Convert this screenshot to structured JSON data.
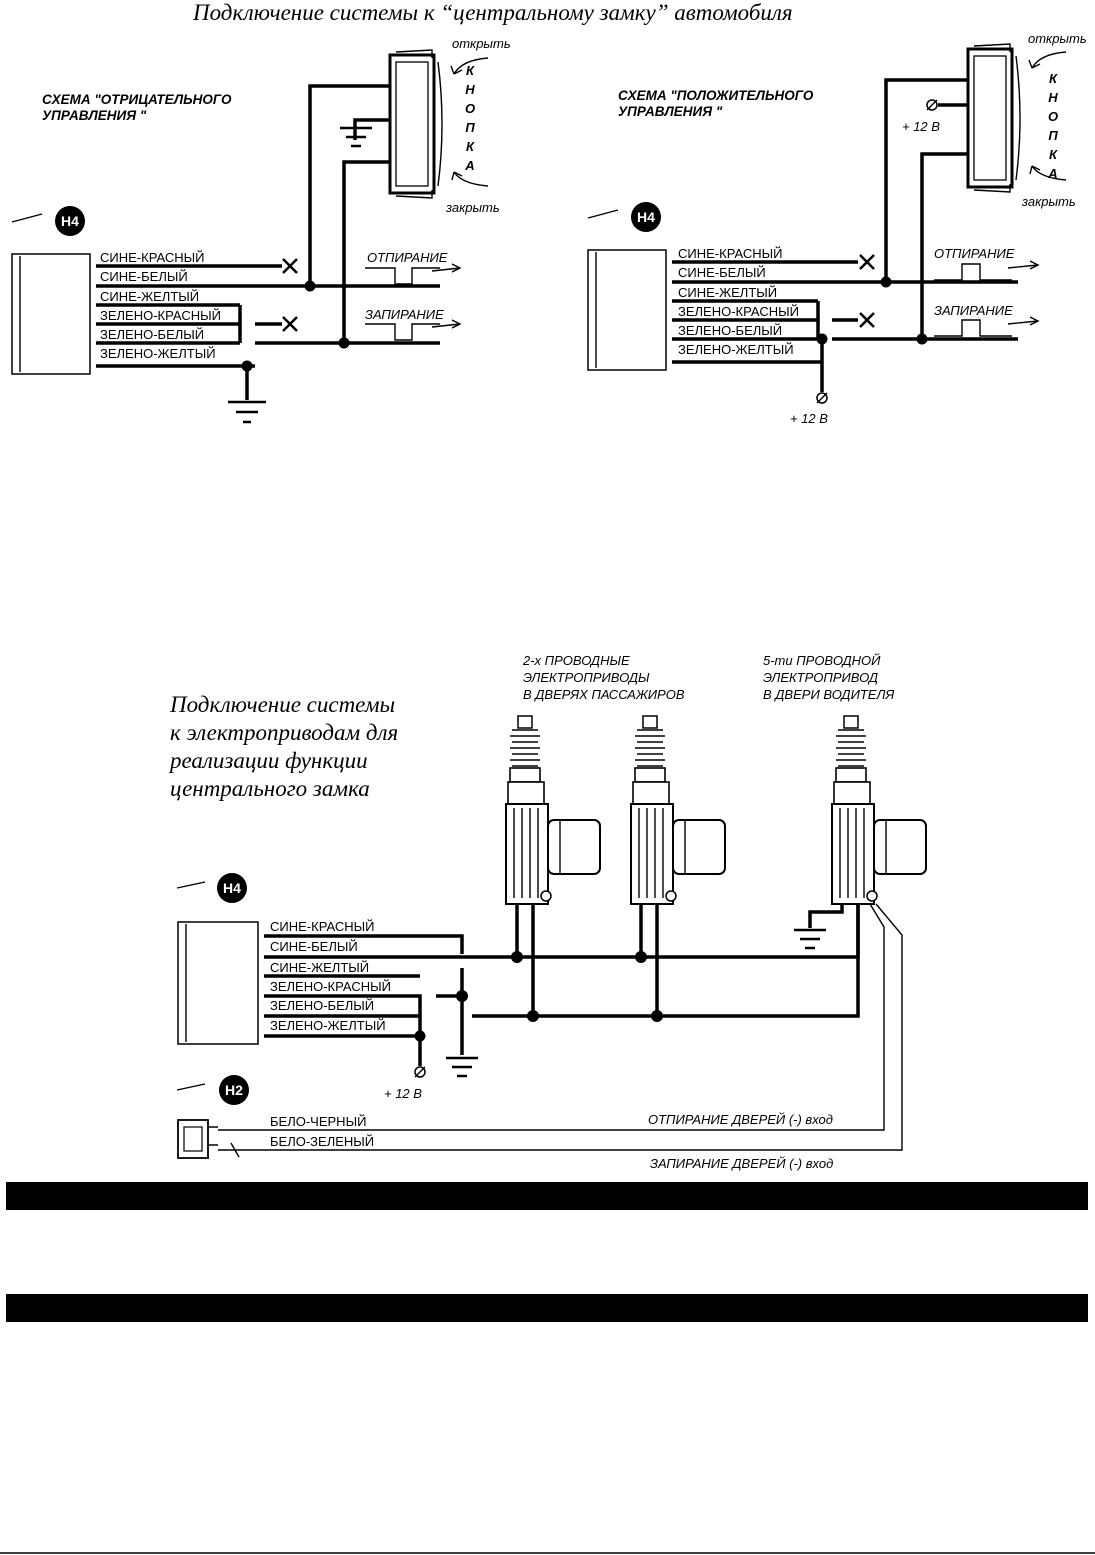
{
  "title_top": "Подключение системы к “центральному замку” автомобиля",
  "neg": {
    "scheme": [
      "СХЕМА \"ОТРИЦАТЕЛЬНОГО",
      "УПРАВЛЕНИЯ \""
    ],
    "connector": "H4",
    "wires": [
      "СИНЕ-КРАСНЫЙ",
      "СИНЕ-БЕЛЫЙ",
      "СИНЕ-ЖЕЛТЫЙ",
      "ЗЕЛЕНО-КРАСНЫЙ",
      "ЗЕЛЕНО-БЕЛЫЙ",
      "ЗЕЛЕНО-ЖЕЛТЫЙ"
    ],
    "open": "открыть",
    "close": "закрыть",
    "button": [
      "К",
      "Н",
      "О",
      "П",
      "К",
      "А"
    ],
    "unlock": "ОТПИРАНИЕ",
    "lock": "ЗАПИРАНИЕ"
  },
  "pos": {
    "scheme": [
      "СХЕМА \"ПОЛОЖИТЕЛЬНОГО",
      "УПРАВЛЕНИЯ \""
    ],
    "connector": "H4",
    "wires": [
      "СИНЕ-КРАСНЫЙ",
      "СИНЕ-БЕЛЫЙ",
      "СИНЕ-ЖЕЛТЫЙ",
      "ЗЕЛЕНО-КРАСНЫЙ",
      "ЗЕЛЕНО-БЕЛЫЙ",
      "ЗЕЛЕНО-ЖЕЛТЫЙ"
    ],
    "open": "открыть",
    "close": "закрыть",
    "button": [
      "К",
      "Н",
      "О",
      "П",
      "К",
      "А"
    ],
    "plus12_top": "+ 12 В",
    "plus12_bottom": "+ 12 В",
    "unlock": "ОТПИРАНИЕ",
    "lock": "ЗАПИРАНИЕ"
  },
  "actuators": {
    "title": [
      "Подключение системы",
      "к электроприводам для",
      "реализации функции",
      "центрального замка"
    ],
    "two_wire": [
      "2-х ПРОВОДНЫЕ",
      "ЭЛЕКТРОПРИВОДЫ",
      "В ДВЕРЯХ ПАССАЖИРОВ"
    ],
    "five_wire": [
      "5-ти ПРОВОДНОЙ",
      "ЭЛЕКТРОПРИВОД",
      "В ДВЕРИ ВОДИТЕЛЯ"
    ],
    "connector": "H4",
    "wires": [
      "СИНЕ-КРАСНЫЙ",
      "СИНЕ-БЕЛЫЙ",
      "СИНЕ-ЖЕЛТЫЙ",
      "ЗЕЛЕНО-КРАСНЫЙ",
      "ЗЕЛЕНО-БЕЛЫЙ",
      "ЗЕЛЕНО-ЖЕЛТЫЙ"
    ],
    "plus12": "+ 12 В",
    "connector2": "H2",
    "h2_wires": [
      "БЕЛО-ЧЕРНЫЙ",
      "БЕЛО-ЗЕЛЕНЫЙ"
    ],
    "unlock_in": "ОТПИРАНИЕ ДВЕРЕЙ (-) вход",
    "lock_in": "ЗАПИРАНИЕ ДВЕРЕЙ (-) вход"
  }
}
